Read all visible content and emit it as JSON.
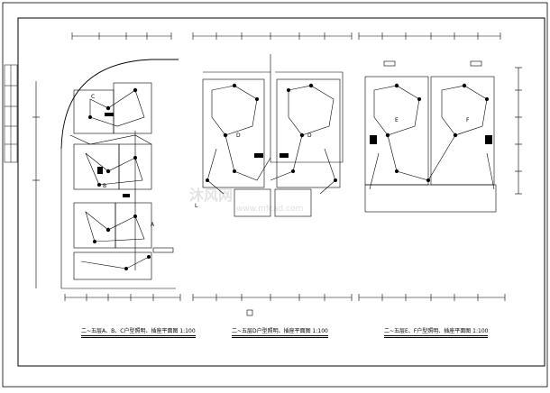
{
  "captions": {
    "plan_abc": "二~五层A、B、C户型照明、插座平面图 1:100",
    "plan_d": "二~五层D户型照明、插座平面图 1:100",
    "plan_ef": "二~五层E、F户型照明、插座平面图 1:100"
  },
  "unit_labels": {
    "c": "C",
    "b": "B",
    "a": "A",
    "d1": "D",
    "d2": "D",
    "e": "E",
    "f": "F",
    "l": "L"
  },
  "watermark": "沐风网",
  "watermark_sub": "www.mfcad.com",
  "line_color": "#000000"
}
